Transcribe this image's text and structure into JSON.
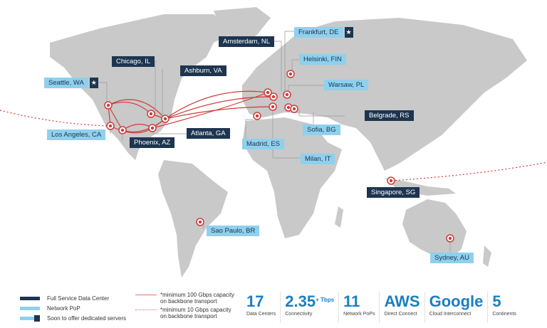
{
  "colors": {
    "full_service": "#1d3550",
    "network_pop": "#8fd0ee",
    "link": "#d23a3a",
    "land": "#c9c9c9",
    "stat_blue": "#1b7fc1"
  },
  "locations": [
    {
      "name": "Seattle, WA",
      "type": "network-pop",
      "dedicated_soon": true
    },
    {
      "name": "Chicago, IL",
      "type": "full-service"
    },
    {
      "name": "Ashburn, VA",
      "type": "full-service"
    },
    {
      "name": "Los Angeles, CA",
      "type": "network-pop"
    },
    {
      "name": "Phoenix, AZ",
      "type": "full-service"
    },
    {
      "name": "Atlanta, GA",
      "type": "full-service"
    },
    {
      "name": "Amsterdam, NL",
      "type": "full-service"
    },
    {
      "name": "Frankfurt, DE",
      "type": "network-pop",
      "dedicated_soon": true
    },
    {
      "name": "Helsinki, FIN",
      "type": "network-pop"
    },
    {
      "name": "Warsaw, PL",
      "type": "network-pop"
    },
    {
      "name": "Belgrade, RS",
      "type": "full-service"
    },
    {
      "name": "Sofia, BG",
      "type": "network-pop"
    },
    {
      "name": "Madrid, ES",
      "type": "network-pop"
    },
    {
      "name": "Milan, IT",
      "type": "network-pop"
    },
    {
      "name": "Singapore, SG",
      "type": "full-service"
    },
    {
      "name": "Sao Paulo, BR",
      "type": "network-pop"
    },
    {
      "name": "Sydney, AU",
      "type": "network-pop"
    }
  ],
  "legend": {
    "full_service": "Full Service Data Center",
    "network_pop": "Network PoP",
    "soon_dedicated": "Soon to offer dedicated servers",
    "cap100_line1": "*minimum 100 Gbps capacity",
    "cap100_line2": "on backbone transport",
    "cap10_line1": "*minimum 10 Gbps capacity",
    "cap10_line2": "on backbone transport"
  },
  "stats": [
    {
      "value": "17",
      "label": "Data Centers"
    },
    {
      "value": "2.35",
      "suffix": "+ Tbps",
      "label": "Connectivity"
    },
    {
      "value": "11",
      "label": "Network PoPs"
    },
    {
      "value": "AWS",
      "label": "Direct Connect"
    },
    {
      "value": "Google",
      "label": "Cloud Interconnect"
    },
    {
      "value": "5",
      "label": "Continents"
    }
  ],
  "star_glyph": "★"
}
